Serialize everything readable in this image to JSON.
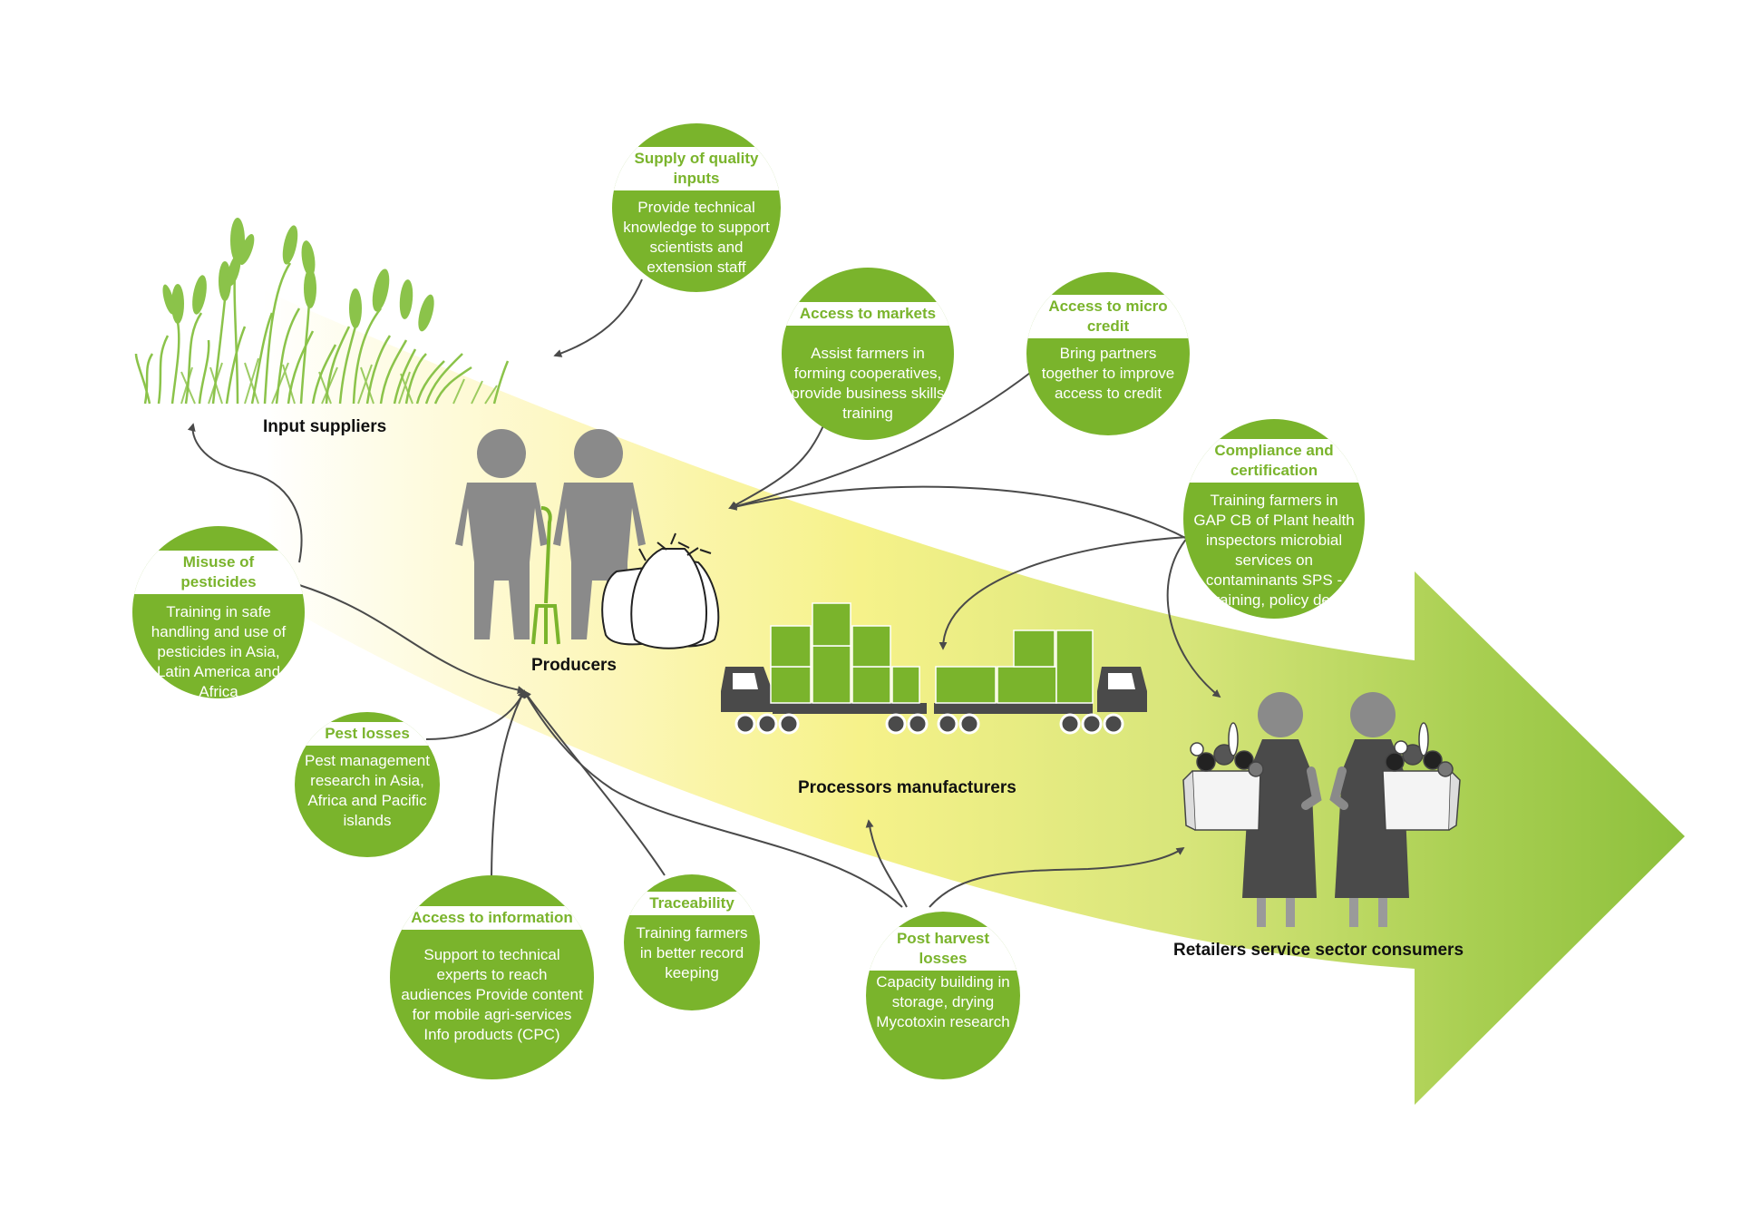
{
  "colors": {
    "brand_green": "#7ab42c",
    "arrow_pale": "#fdf7c0",
    "arrow_yellow": "#f6f28a",
    "arrow_green": "#8dc03c",
    "figure_gray": "#8a8a8a",
    "truck_gray": "#4a4a4a"
  },
  "nodes": {
    "input_suppliers": "Input suppliers",
    "producers": "Producers",
    "processors": "Processors manufacturers",
    "retailers": "Retailers service sector consumers"
  },
  "circles": [
    {
      "id": "supply",
      "title": "Supply of quality inputs",
      "body": "Provide technical knowledge to support scientists and extension staff"
    },
    {
      "id": "markets",
      "title": "Access to markets",
      "body": "Assist farmers in forming cooperatives, provide business skills training"
    },
    {
      "id": "credit",
      "title": "Access to micro credit",
      "body": "Bring partners together to improve access to credit"
    },
    {
      "id": "compliance",
      "title": "Compliance and certification",
      "body": "Training farmers in GAP CB of Plant health inspectors microbial services on contaminants SPS - training, policy dev"
    },
    {
      "id": "pesticides",
      "title": "Misuse of pesticides",
      "body": "Training in safe handling and use of pesticides in Asia, Latin America and Africa"
    },
    {
      "id": "pest",
      "title": "Pest losses",
      "body": "Pest management research in Asia, Africa and Pacific islands"
    },
    {
      "id": "information",
      "title": "Access to information",
      "body": "Support to technical experts to reach audiences Provide content for mobile agri-services Info products (CPC)"
    },
    {
      "id": "traceability",
      "title": "Traceability",
      "body": "Training farmers in better record keeping"
    },
    {
      "id": "postharvest",
      "title": "Post harvest losses",
      "body": "Capacity building in storage, drying Mycotoxin research"
    }
  ]
}
